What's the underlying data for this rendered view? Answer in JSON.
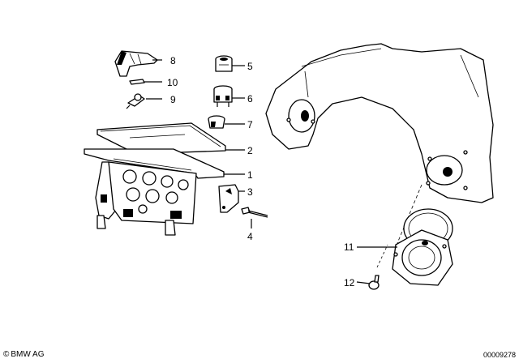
{
  "callouts": {
    "c1": "1",
    "c2": "2",
    "c3": "3",
    "c4": "4",
    "c5": "5",
    "c6": "6",
    "c7": "7",
    "c8": "8",
    "c9": "9",
    "c10": "10",
    "c11": "11",
    "c12": "12"
  },
  "footer": {
    "copyright_symbol": "©",
    "brand": "BMW AG",
    "image_number": "00009278"
  }
}
